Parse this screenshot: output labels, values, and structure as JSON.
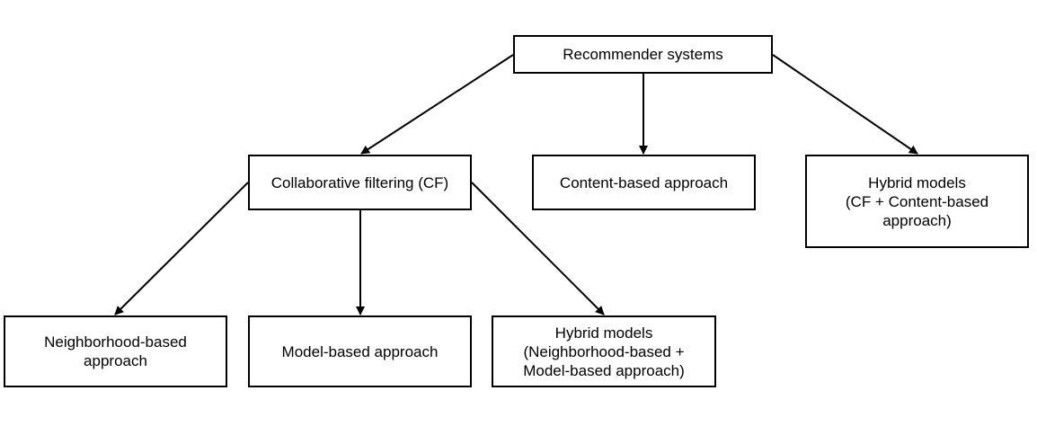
{
  "diagram": {
    "nodes": {
      "root": "Recommender systems",
      "cf": "Collaborative filtering (CF)",
      "content": "Content-based approach",
      "hybrid_cf_content": "Hybrid models\n(CF + Content-based\napproach)",
      "neighborhood": "Neighborhood-based\napproach",
      "model": "Model-based approach",
      "hybrid_nb_model": "Hybrid models\n(Neighborhood-based +\nModel-based approach)"
    },
    "edges": [
      {
        "from": "root",
        "to": "cf"
      },
      {
        "from": "root",
        "to": "content"
      },
      {
        "from": "root",
        "to": "hybrid_cf_content"
      },
      {
        "from": "cf",
        "to": "neighborhood"
      },
      {
        "from": "cf",
        "to": "model"
      },
      {
        "from": "cf",
        "to": "hybrid_nb_model"
      }
    ],
    "colors": {
      "stroke": "#000000",
      "background": "#ffffff"
    }
  }
}
